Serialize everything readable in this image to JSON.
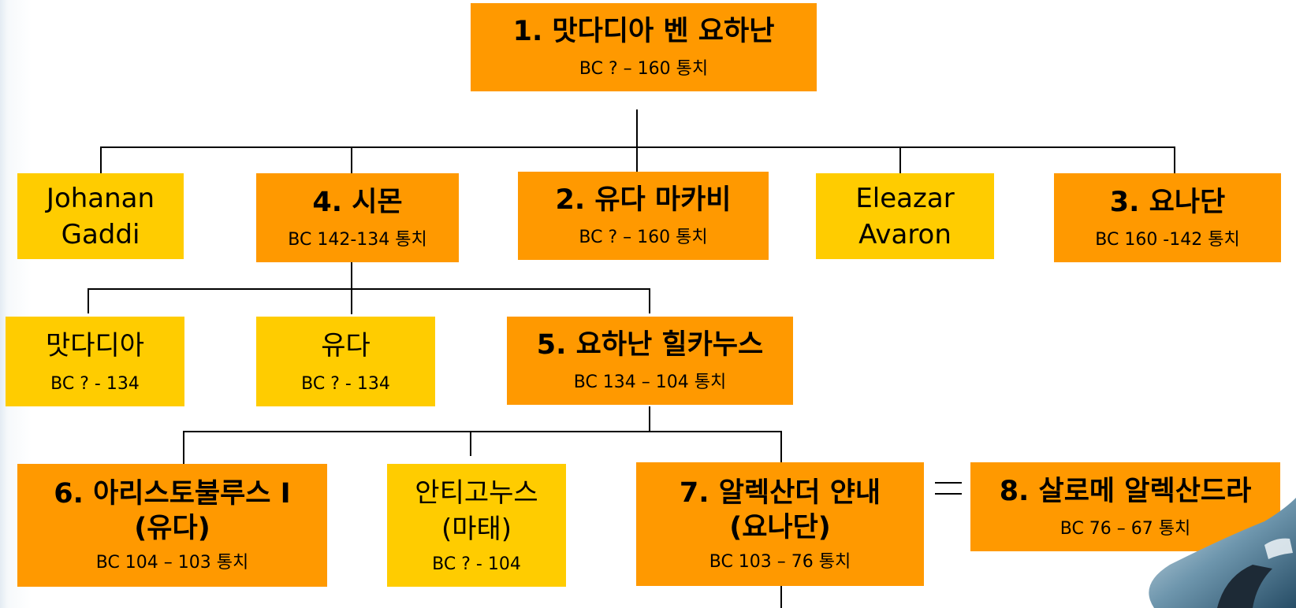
{
  "nodes": [
    {
      "id": "n1",
      "title": "1. 맛다디아 벤 요하난",
      "dates": "BC ? – 160 통치",
      "kind": "ruler"
    },
    {
      "id": "johanan",
      "title": "Johanan",
      "title2": "Gaddi",
      "kind": "sibling"
    },
    {
      "id": "n4",
      "title": "4. 시몬",
      "dates": "BC 142-134 통치",
      "kind": "ruler"
    },
    {
      "id": "n2",
      "title": "2. 유다 마카비",
      "dates": "BC ? – 160 통치",
      "kind": "ruler"
    },
    {
      "id": "eleazar",
      "title": "Eleazar",
      "title2": "Avaron",
      "kind": "sibling"
    },
    {
      "id": "n3",
      "title": "3. 요나단",
      "dates": "BC 160 -142 통치",
      "kind": "ruler"
    },
    {
      "id": "mattathias",
      "title": "맛다디아",
      "dates": "BC ? - 134",
      "kind": "sibling"
    },
    {
      "id": "judah",
      "title": "유다",
      "dates": "BC ? - 134",
      "kind": "sibling"
    },
    {
      "id": "n5",
      "title": "5. 요하난 힐카누스",
      "dates": "BC 134 – 104 통치",
      "kind": "ruler"
    },
    {
      "id": "n6",
      "title": "6. 아리스토불루스 I",
      "title2": "(유다)",
      "dates": "BC 104 – 103 통치",
      "kind": "ruler"
    },
    {
      "id": "antigonus",
      "title": "안티고누스",
      "title2": "(마태)",
      "dates": "BC ? - 104",
      "kind": "sibling"
    },
    {
      "id": "n7",
      "title": "7. 알렉산더 얀내",
      "title2": "(요나단)",
      "dates": "BC 103 – 76 통치",
      "kind": "ruler"
    },
    {
      "id": "n8",
      "title": "8. 살로메 알렉산드라",
      "dates": "BC 76 – 67 통치",
      "kind": "ruler"
    }
  ],
  "relations": [
    {
      "type": "children",
      "parent": "n1",
      "children": [
        "johanan",
        "n4",
        "n2",
        "eleazar",
        "n3"
      ]
    },
    {
      "type": "children",
      "parent": "n4",
      "children": [
        "mattathias",
        "judah",
        "n5"
      ]
    },
    {
      "type": "children",
      "parent": "n5",
      "children": [
        "n6",
        "antigonus",
        "n7"
      ]
    },
    {
      "type": "spouse",
      "a": "n7",
      "b": "n8"
    }
  ],
  "colors": {
    "ruler": "#ff9900",
    "sibling": "#ffcc00",
    "line": "#000000"
  }
}
